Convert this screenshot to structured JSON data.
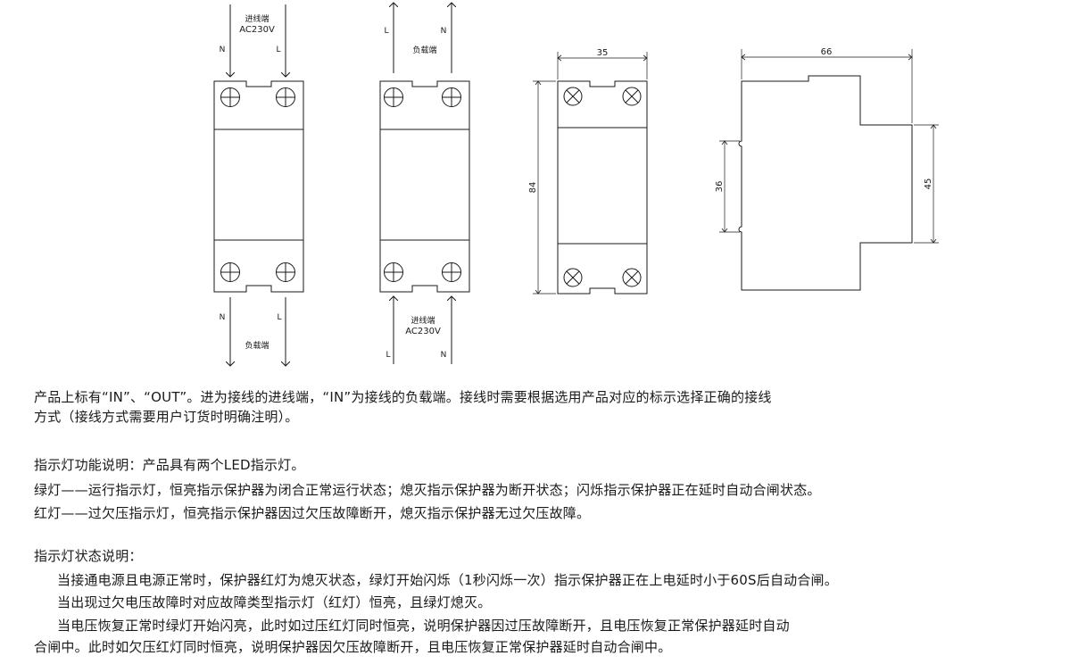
{
  "diagrams": {
    "left": {
      "top_label_line1": "进线端",
      "top_label_line2": "AC230V",
      "top_left_terminal": "N",
      "top_right_terminal": "L",
      "bottom_left_terminal": "N",
      "bottom_right_terminal": "L",
      "bottom_label": "负载端"
    },
    "middle": {
      "top_left_terminal": "L",
      "top_right_terminal": "N",
      "top_label": "负载端",
      "bottom_label_line1": "进线端",
      "bottom_label_line2": "AC230V",
      "bottom_left_terminal": "L",
      "bottom_right_terminal": "N"
    },
    "front_view": {
      "width": "35",
      "height": "84"
    },
    "side_view": {
      "width": "66",
      "depth_left": "36",
      "depth_right": "45"
    }
  },
  "text": {
    "para1_line1": "产品上标有“IN”、“OUT”。进为接线的进线端，“IN”为接线的负载端。接线时需要根据选用产品对应的标示选择正确的接线",
    "para1_line2": "方式（接线方式需要用户订货时明确注明）。",
    "para2_line1": "指示灯功能说明：产品具有两个LED指示灯。",
    "para2_line2": "绿灯——运行指示灯，恒亮指示保护器为闭合正常运行状态；熄灭指示保护器为断开状态；闪烁指示保护器正在延时自动合闸状态。",
    "para2_line3": "红灯——过欠压指示灯，恒亮指示保护器因过欠压故障断开，熄灭指示保护器无过欠压故障。",
    "para3_line1": "指示灯状态说明：",
    "para3_line2": "当接通电源且电源正常时，保护器红灯为熄灭状态，绿灯开始闪烁（1秒闪烁一次）指示保护器正在上电延时小于60S后自动合闸。",
    "para3_line3": "当出现过欠电压故障时对应故障类型指示灯（红灯）恒亮，且绿灯熄灭。",
    "para3_line4": "当电压恢复正常时绿灯开始闪亮，此时如过压红灯同时恒亮，说明保护器因过压故障断开，且电压恢复正常保护器延时自动",
    "para3_line5": "合闸中。此时如欠压红灯同时恒亮，说明保护器因欠压故障断开，且电压恢复正常保护器延时自动合闸中。"
  }
}
